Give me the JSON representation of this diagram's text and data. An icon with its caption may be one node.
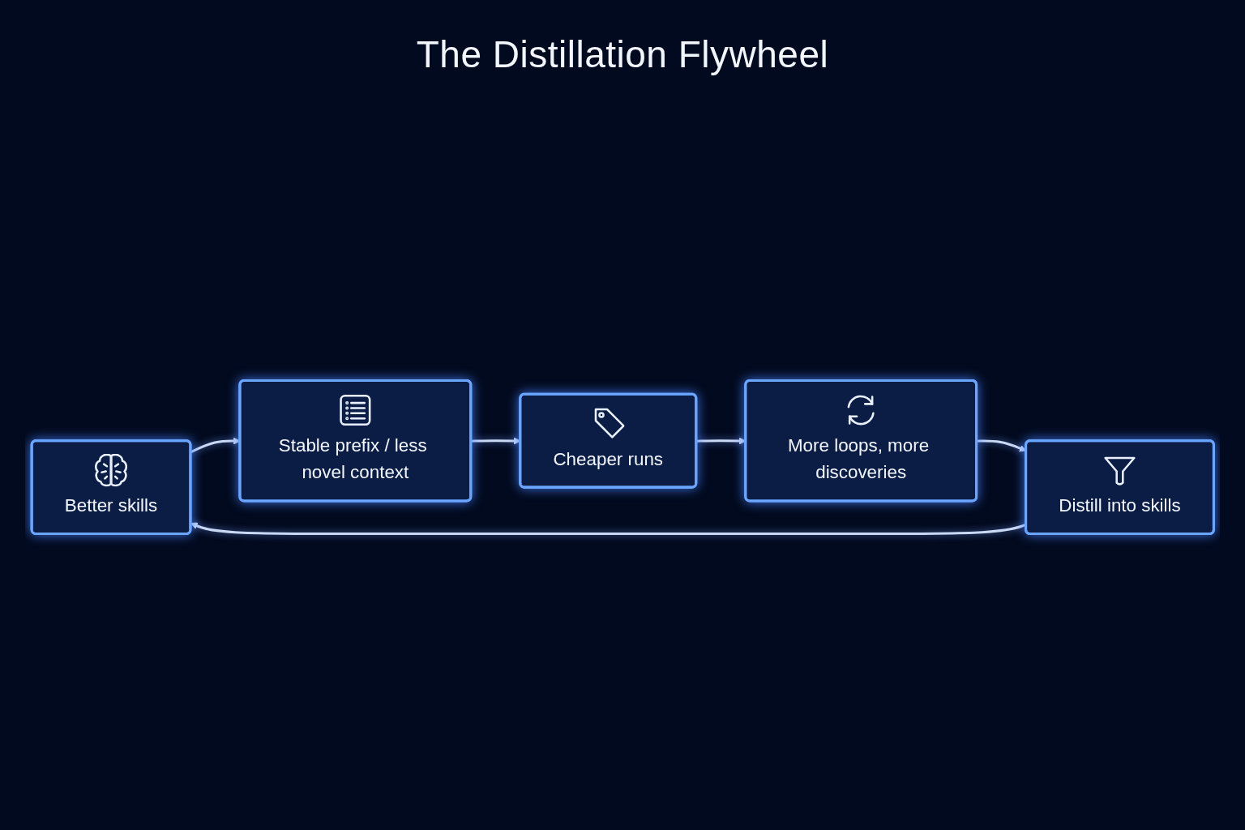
{
  "diagram": {
    "title": "The Distillation Flywheel",
    "nodes": [
      {
        "text": [
          "Better skills"
        ]
      },
      {
        "text": [
          "Stable prefix / less novel context"
        ]
      },
      {
        "text": [
          "Cheaper runs"
        ]
      },
      {
        "text": [
          "More loops, more discoveries"
        ]
      },
      {
        "text": [
          "Distill into skills"
        ]
      }
    ],
    "edges": [
      {
        "from": 0,
        "to": 1,
        "arrow": "to"
      },
      {
        "from": 1,
        "to": 2,
        "arrow": "to"
      },
      {
        "from": 2,
        "to": 3,
        "arrow": "to"
      },
      {
        "from": 3,
        "to": 4,
        "arrow": "to"
      },
      {
        "from": 4,
        "to": 0,
        "arrow": "to"
      }
    ]
  }
}
